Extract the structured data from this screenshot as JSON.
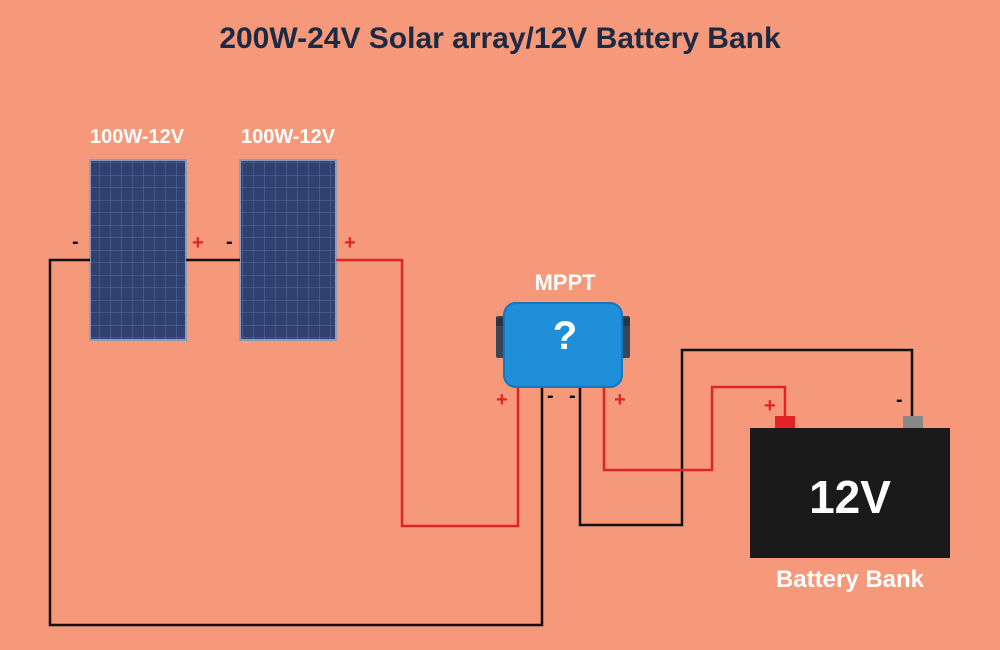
{
  "title": "200W-24V Solar array/12V Battery Bank",
  "panels": [
    {
      "label": "100W-12V",
      "neg": "-",
      "pos": "+"
    },
    {
      "label": "100W-12V",
      "neg": "-",
      "pos": "+"
    }
  ],
  "controller": {
    "label": "MPPT",
    "icon_text": "?",
    "pv_pos": "+",
    "pv_neg": "-",
    "bat_neg": "-",
    "bat_pos": "+"
  },
  "battery": {
    "voltage": "12V",
    "label": "Battery Bank",
    "pos": "+",
    "neg": "-"
  },
  "colors": {
    "background": "#F6997A",
    "wire_positive": "#E02424",
    "wire_negative": "#111111",
    "panel": "#2B3A63",
    "controller": "#1E8FD8",
    "battery": "#1A1A1A"
  }
}
